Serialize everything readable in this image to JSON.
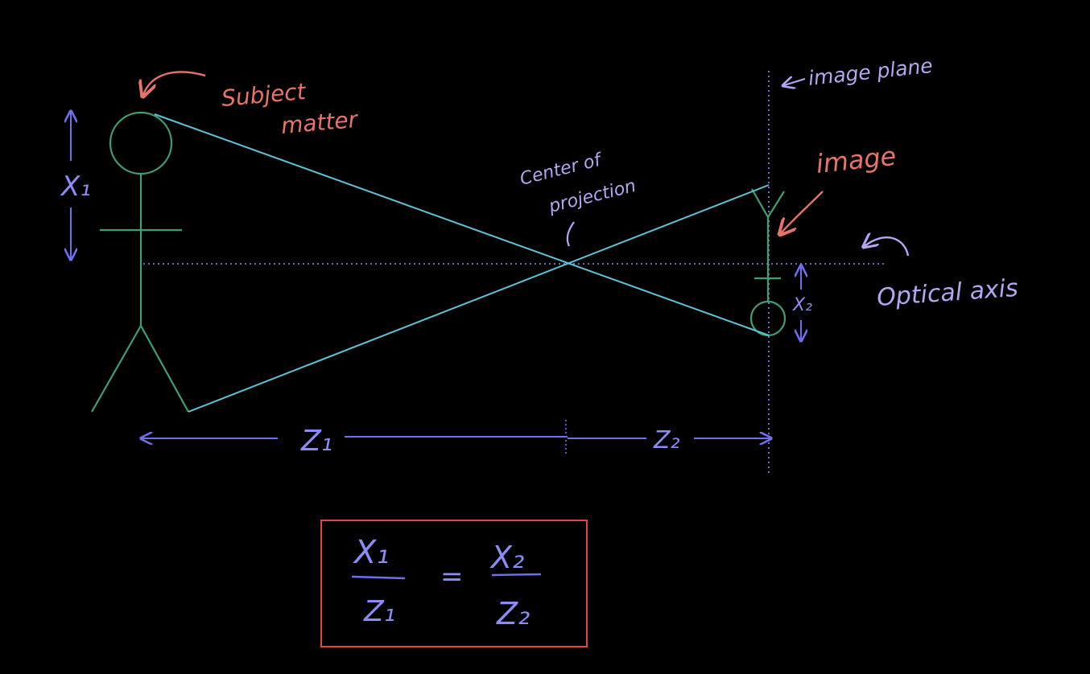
{
  "colors": {
    "background": "#000000",
    "figure": "#3f9f72",
    "rays": "#5fc3d6",
    "measure": "#6f6ff0",
    "annotation_red": "#e8736b",
    "annotation_violet": "#b6a6f2",
    "box": "#e0463c"
  },
  "labels": {
    "subject_line1": "Subject",
    "subject_line2": "matter",
    "image_plane": "image plane",
    "center_line1": "Center of",
    "center_line2": "projection",
    "image": "image",
    "optical_axis": "Optical axis",
    "x1": "X₁",
    "x2": "X₂",
    "z1": "Z₁",
    "z2": "Z₂"
  },
  "equation": {
    "lhs_num": "X₁",
    "lhs_den": "Z₁",
    "equals": "=",
    "rhs_num": "X₂",
    "rhs_den": "Z₂"
  }
}
